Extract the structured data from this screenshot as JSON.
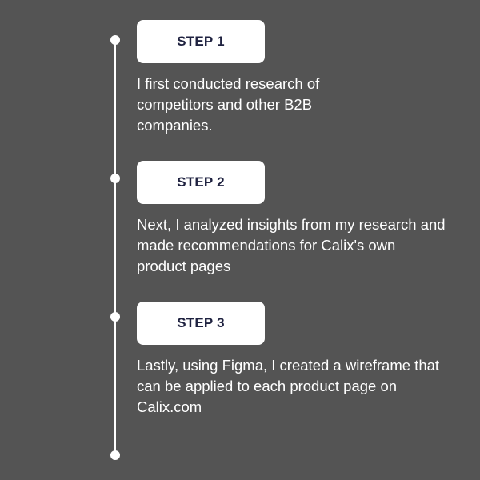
{
  "steps": [
    {
      "label": "STEP 1",
      "description": "I first conducted research of competitors and other B2B companies."
    },
    {
      "label": "STEP 2",
      "description": "Next, I analyzed insights from my research and made recommendations for Calix's own product pages"
    },
    {
      "label": "STEP 3",
      "description": "Lastly, using Figma, I created a wireframe that can be applied to each product page on Calix.com"
    }
  ],
  "colors": {
    "background": "#545454",
    "box": "#ffffff",
    "step_text": "#1f2240",
    "body_text": "#ffffff"
  }
}
